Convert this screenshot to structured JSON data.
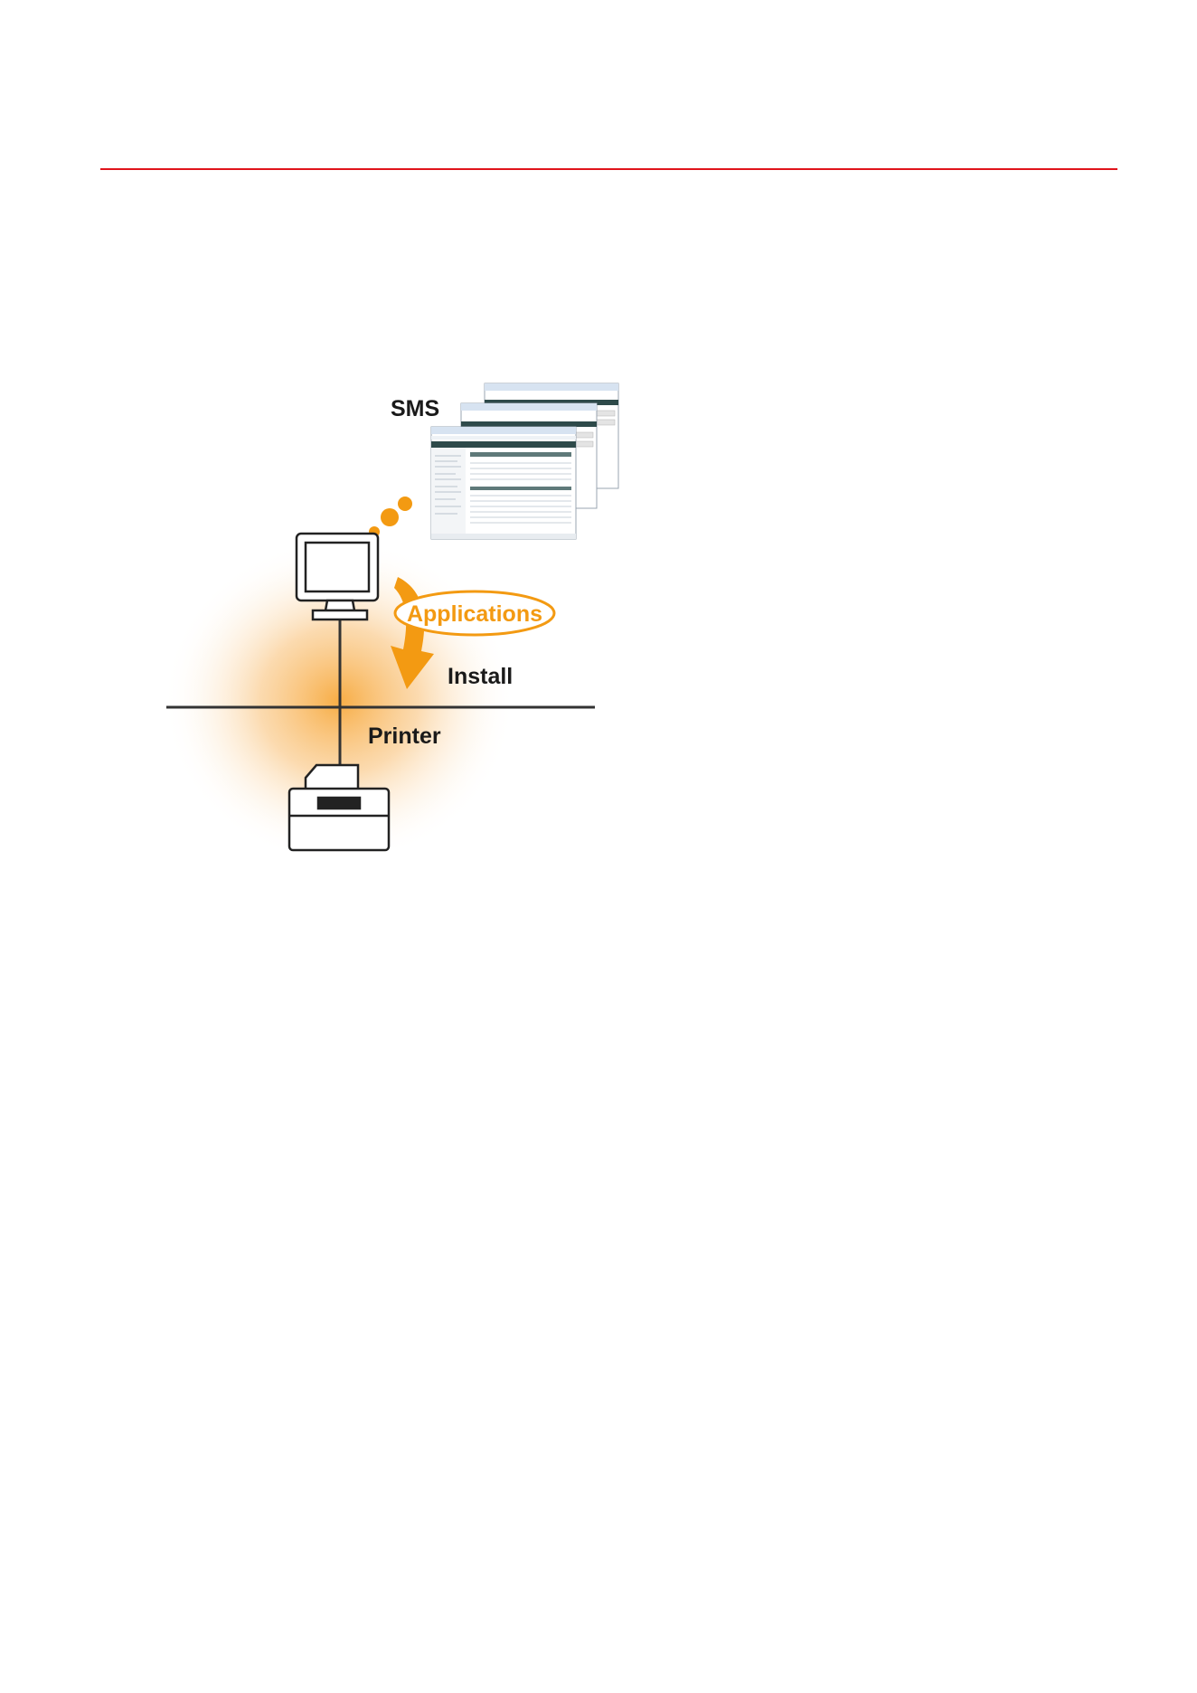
{
  "colors": {
    "rule": "#e0141c",
    "accent": "#f39a12",
    "glow": "#f7b04a",
    "ink": "#1a1a1a"
  },
  "diagram": {
    "sms_label": "SMS",
    "applications_label": "Applications",
    "install_label": "Install",
    "printer_label": "Printer"
  },
  "icons": [
    "computer-monitor-icon",
    "printer-icon",
    "thought-dots-icon",
    "install-arrow-icon",
    "browser-window-icon"
  ]
}
